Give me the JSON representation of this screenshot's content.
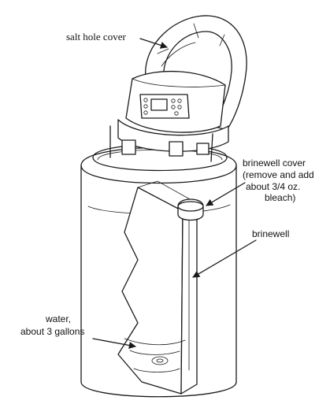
{
  "labels": {
    "salt_hole_cover": "salt hole cover",
    "brinewell_cover_line1": "brinewell cover",
    "brinewell_cover_line2": "(remove and add",
    "brinewell_cover_line3": "about 3/4 oz.",
    "brinewell_cover_line4": "bleach)",
    "brinewell": "brinewell",
    "water_line1": "water,",
    "water_line2": "about 3 gallons"
  },
  "colors": {
    "ink": "#1a1a1a",
    "background": "#ffffff",
    "panel_shade": "#d9d9d9",
    "water_shade": "#cfcfcf"
  },
  "icons": {
    "control_panel": "control-panel-icon",
    "arrow": "arrow-icon"
  }
}
